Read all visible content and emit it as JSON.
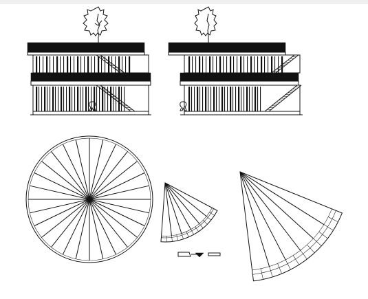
{
  "drawing": {
    "views": [
      {
        "name": "elevation-left"
      },
      {
        "name": "elevation-right"
      },
      {
        "name": "plan-full-circle",
        "spokes": 28
      },
      {
        "name": "plan-sector-small",
        "spokes": 6
      },
      {
        "name": "plan-sector-large",
        "spokes": 6
      }
    ],
    "line_color": "#111111",
    "background": "#ffffff",
    "top_strip_color": "#efefef"
  }
}
